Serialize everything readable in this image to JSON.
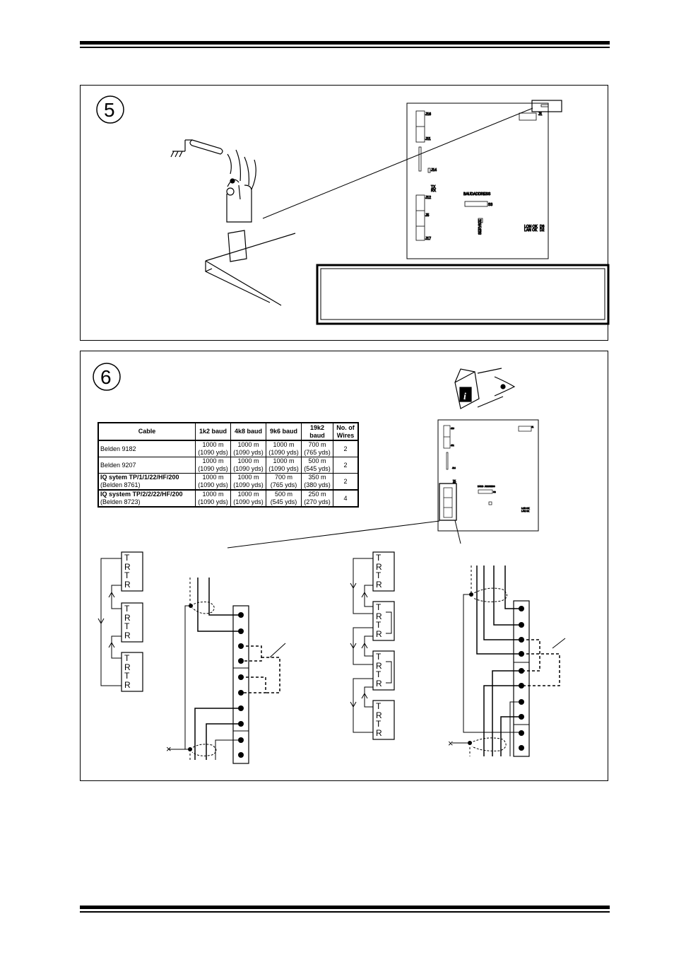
{
  "steps": {
    "step5": "5",
    "step6": "6"
  },
  "board": {
    "labels": [
      "J16",
      "J11",
      "J14",
      "TX",
      "RX",
      "J12",
      "J5",
      "J17",
      "J1",
      "BAUD",
      "ADDRESS",
      "S3",
      "LON OK",
      "LAN OK",
      "D3",
      "D2",
      "SERVICE"
    ],
    "j16": "J16",
    "j11": "J11",
    "j14": "J14",
    "tx": "TX",
    "rx": "RX",
    "j12": "J12",
    "j5": "J5",
    "j17": "J17",
    "j1": "J1",
    "baud": "BAUD",
    "address": "ADDRESS",
    "s3": "S3",
    "lon_ok": "LON OK",
    "lan_ok": "LAN OK",
    "d3": "D3",
    "d2": "D2",
    "service": "SERVICE"
  },
  "info_icon": "info-icon",
  "table": {
    "headers": [
      "Cable",
      "1k2 baud",
      "4k8 baud",
      "9k6 baud",
      "19k2 baud",
      "No. of Wires"
    ],
    "rows": [
      {
        "name_bold": "",
        "name": "Belden 9182",
        "c1": "1000 m",
        "c1b": "(1090 yds)",
        "c2": "1000 m",
        "c2b": "(1090 yds)",
        "c3": "1000 m",
        "c3b": "(1090 yds)",
        "c4": "700 m",
        "c4b": "(765 yds)",
        "wires": "2"
      },
      {
        "name_bold": "",
        "name": "Belden 9207",
        "c1": "1000 m",
        "c1b": "(1090 yds)",
        "c2": "1000 m",
        "c2b": "(1090 yds)",
        "c3": "1000 m",
        "c3b": "(1090 yds)",
        "c4": "500 m",
        "c4b": "(545 yds)",
        "wires": "2"
      },
      {
        "name_bold": "IQ sytem TP/1/1/22/HF/200",
        "name": "(Belden 8761)",
        "c1": "1000 m",
        "c1b": "(1090 yds)",
        "c2": "1000 m",
        "c2b": "(1090 yds)",
        "c3": "700 m",
        "c3b": "(765 yds)",
        "c4": "350 m",
        "c4b": "(380 yds)",
        "wires": "2"
      },
      {
        "name_bold": "IQ system TP/2/2/22/HF/200",
        "name": "(Belden 8723)",
        "c1": "1000 m",
        "c1b": "(1090 yds)",
        "c2": "1000 m",
        "c2b": "(1090 yds)",
        "c3": "500 m",
        "c3b": "(545 yds)",
        "c4": "250 m",
        "c4b": "(270 yds)",
        "wires": "4"
      }
    ]
  },
  "trtr": {
    "t": "T",
    "r": "R"
  },
  "x_mark": "×"
}
